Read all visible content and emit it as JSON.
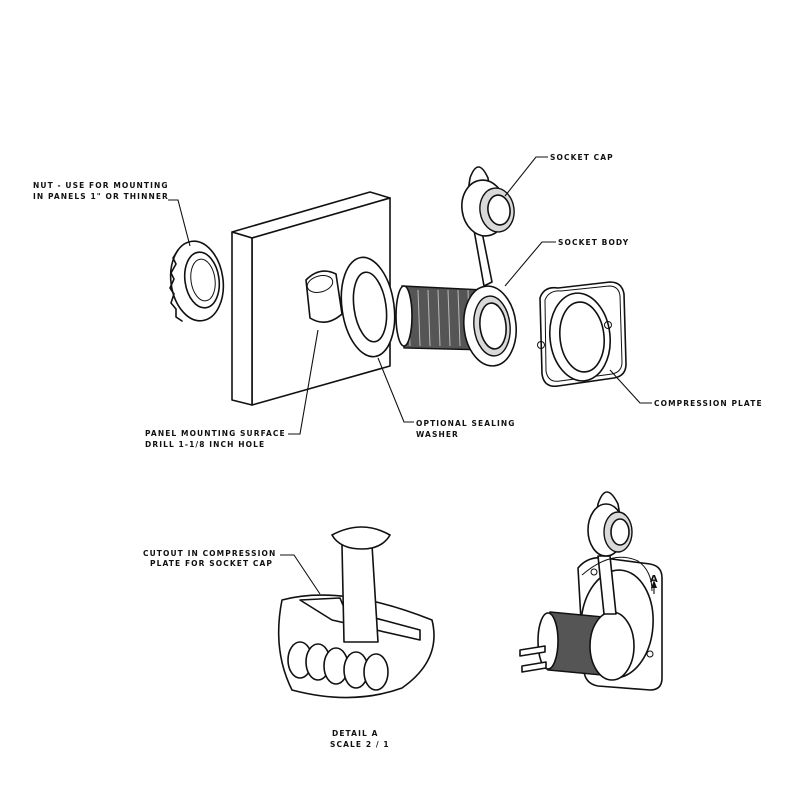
{
  "labels": {
    "nut_line1": "NUT - USE FOR MOUNTING",
    "nut_line2": "IN PANELS 1\" OR THINNER",
    "socket_cap": "SOCKET CAP",
    "socket_body": "SOCKET BODY",
    "compression_plate": "COMPRESSION PLATE",
    "panel_line1": "PANEL MOUNTING SURFACE",
    "panel_line2": "DRILL 1-1/8 INCH HOLE",
    "washer_line1": "OPTIONAL SEALING",
    "washer_line2": "WASHER",
    "cutout_line1": "CUTOUT IN COMPRESSION",
    "cutout_line2": "PLATE FOR SOCKET CAP",
    "detail_callout": "A",
    "detail_title": "DETAIL A",
    "detail_scale": "SCALE 2 / 1"
  }
}
